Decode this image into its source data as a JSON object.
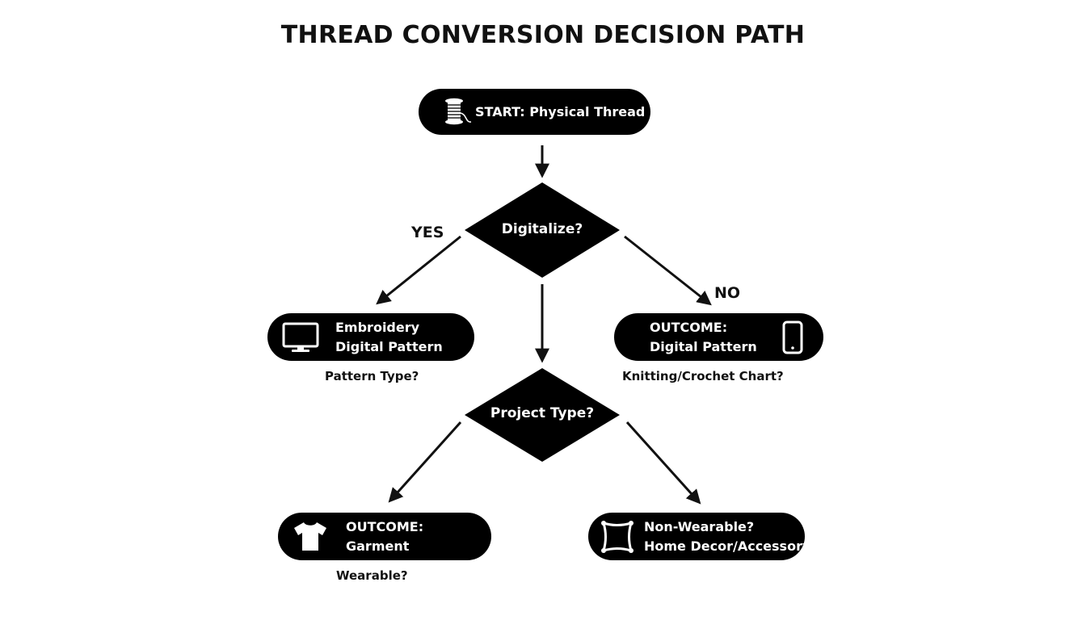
{
  "title": "THREAD CONVERSION DECISION PATH",
  "start": {
    "label": "START: Physical Thread",
    "icon": "spool-icon"
  },
  "decisions": {
    "digitalize": "Digitalize?",
    "project_type": "Project Type?"
  },
  "branches": {
    "yes": "YES",
    "no": "NO"
  },
  "nodes": {
    "embroidery": {
      "line1": "Embroidery",
      "line2": "Digital Pattern",
      "caption": "Pattern Type?",
      "icon": "monitor-icon"
    },
    "knitting": {
      "line1": "OUTCOME:",
      "line2": "Digital Pattern",
      "caption": "Knitting/Crochet Chart?",
      "icon": "smartphone-icon"
    },
    "garment": {
      "line1": "OUTCOME:",
      "line2": "Garment",
      "caption": "Wearable?",
      "icon": "tshirt-icon"
    },
    "home_decor": {
      "line1": "Non-Wearable?",
      "line2": "Home Decor/Accessory",
      "icon": "pillow-icon"
    }
  },
  "colors": {
    "fill": "#000000",
    "text": "#ffffff",
    "ink": "#111111",
    "background": "#ffffff"
  }
}
